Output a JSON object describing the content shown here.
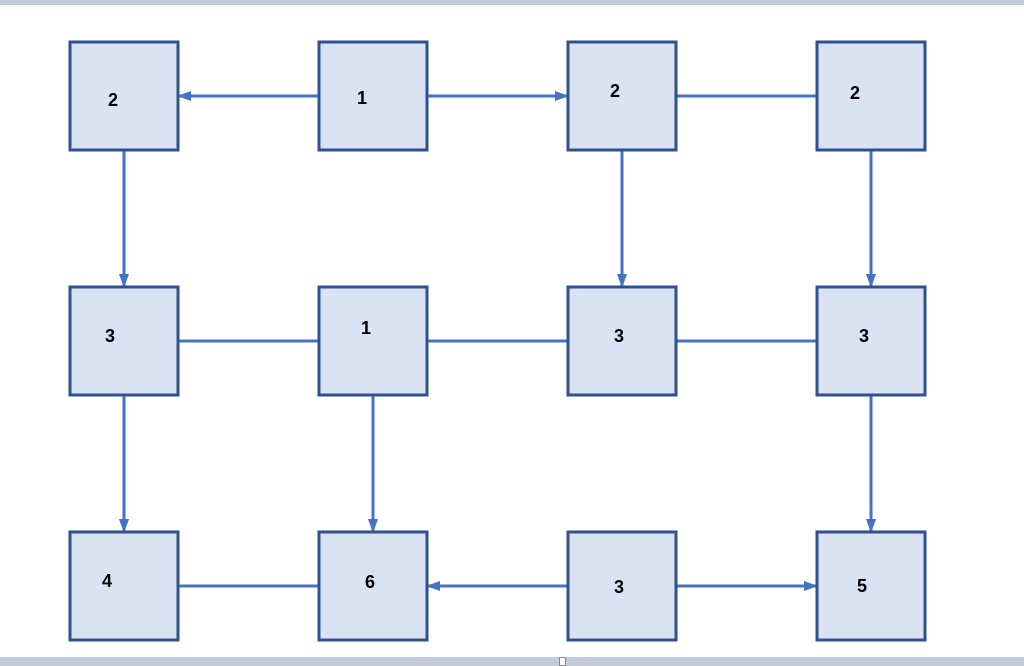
{
  "diagram": {
    "stroke_color": "#2f528f",
    "fill_color": "#dae3f3",
    "edge_color": "#4472c4",
    "nodes": [
      {
        "id": "r1c1",
        "row": 1,
        "col": 1,
        "label": "2"
      },
      {
        "id": "r1c2",
        "row": 1,
        "col": 2,
        "label": "1"
      },
      {
        "id": "r1c3",
        "row": 1,
        "col": 3,
        "label": "2"
      },
      {
        "id": "r1c4",
        "row": 1,
        "col": 4,
        "label": "2"
      },
      {
        "id": "r2c1",
        "row": 2,
        "col": 1,
        "label": "3"
      },
      {
        "id": "r2c2",
        "row": 2,
        "col": 2,
        "label": "1"
      },
      {
        "id": "r2c3",
        "row": 2,
        "col": 3,
        "label": "3"
      },
      {
        "id": "r2c4",
        "row": 2,
        "col": 4,
        "label": "3"
      },
      {
        "id": "r3c1",
        "row": 3,
        "col": 1,
        "label": "4"
      },
      {
        "id": "r3c2",
        "row": 3,
        "col": 2,
        "label": "6"
      },
      {
        "id": "r3c3",
        "row": 3,
        "col": 3,
        "label": "3"
      },
      {
        "id": "r3c4",
        "row": 3,
        "col": 4,
        "label": "5"
      }
    ],
    "edges": [
      {
        "from": "r1c2",
        "to": "r1c1",
        "arrow": true
      },
      {
        "from": "r1c2",
        "to": "r1c3",
        "arrow": true
      },
      {
        "from": "r1c3",
        "to": "r1c4",
        "arrow": false
      },
      {
        "from": "r1c1",
        "to": "r2c1",
        "arrow": true
      },
      {
        "from": "r1c3",
        "to": "r2c3",
        "arrow": true
      },
      {
        "from": "r1c4",
        "to": "r2c4",
        "arrow": true
      },
      {
        "from": "r2c1",
        "to": "r2c2",
        "arrow": false
      },
      {
        "from": "r2c2",
        "to": "r2c3",
        "arrow": false
      },
      {
        "from": "r2c3",
        "to": "r2c4",
        "arrow": false
      },
      {
        "from": "r2c1",
        "to": "r3c1",
        "arrow": true
      },
      {
        "from": "r2c2",
        "to": "r3c2",
        "arrow": true
      },
      {
        "from": "r2c4",
        "to": "r3c4",
        "arrow": true
      },
      {
        "from": "r3c1",
        "to": "r3c2",
        "arrow": false
      },
      {
        "from": "r3c3",
        "to": "r3c2",
        "arrow": true
      },
      {
        "from": "r3c3",
        "to": "r3c4",
        "arrow": true
      }
    ]
  }
}
